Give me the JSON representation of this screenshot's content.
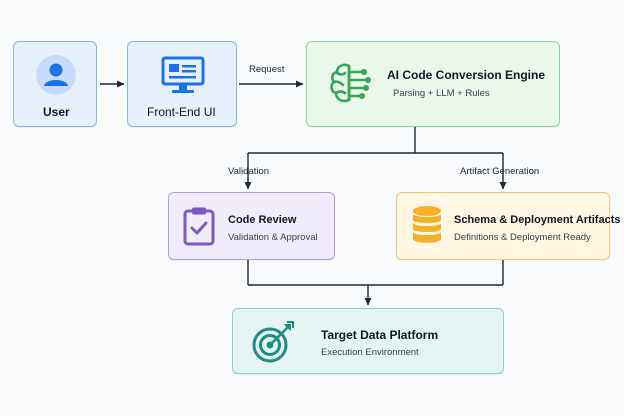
{
  "nodes": {
    "user": {
      "label": "User"
    },
    "frontend": {
      "label": "Front-End UI"
    },
    "engine": {
      "title": "AI Code Conversion Engine",
      "subtitle": "Parsing + LLM + Rules"
    },
    "review": {
      "title": "Code Review",
      "subtitle": "Validation & Approval"
    },
    "artifacts": {
      "title": "Schema & Deployment Artifacts",
      "subtitle": "Definitions & Deployment Ready"
    },
    "target": {
      "title": "Target Data Platform",
      "subtitle": "Execution Environment"
    }
  },
  "edges": {
    "request": "Request",
    "validation": "Validation",
    "artifact_generation": "Artifact Generation"
  },
  "icons": {
    "user": "user-avatar-icon",
    "frontend": "monitor-icon",
    "engine": "brain-circuit-icon",
    "review": "clipboard-check-icon",
    "artifacts": "database-icon",
    "target": "target-arrow-icon"
  },
  "colors": {
    "blue_fill": "#e8f0fe",
    "blue_border": "#8ab4f8",
    "blue_icon": "#1a73e8",
    "green_fill": "#eaf7ea",
    "green_border": "#8fd49a",
    "green_icon": "#34a853",
    "purple_fill": "#f1ecfb",
    "purple_border": "#b39ddb",
    "purple_icon": "#7e57c2",
    "amber_fill": "#fff6e3",
    "amber_border": "#f6c86b",
    "amber_icon": "#f6b026",
    "teal_fill": "#e6f4f3",
    "teal_border": "#8ccfc8",
    "teal_icon": "#1e8e80",
    "connector": "#1f2937"
  }
}
